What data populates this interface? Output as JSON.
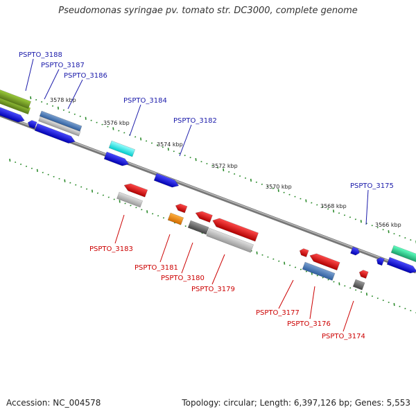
{
  "title": "Pseudomonas syringae pv. tomato str. DC3000, complete genome",
  "footer": {
    "accession": "Accession: NC_004578",
    "info": "Topology: circular; Length: 6,397,126 bp; Genes: 5,553"
  },
  "colors": {
    "forward_label": "#1a1aaa",
    "reverse_label": "#cc0000",
    "tick": "#2a8a2a",
    "backbone": "#888888"
  },
  "scale_labels": [
    "3578 kbp",
    "3576 kbp",
    "3574 kbp",
    "3572 kbp",
    "3570 kbp",
    "3568 kbp",
    "3566 kbp"
  ],
  "forward_genes": [
    "PSPTO_3188",
    "PSPTO_3187",
    "PSPTO_3186",
    "PSPTO_3184",
    "PSPTO_3182",
    "PSPTO_3175"
  ],
  "reverse_genes": [
    "PSPTO_3183",
    "PSPTO_3181",
    "PSPTO_3180",
    "PSPTO_3179",
    "PSPTO_3177",
    "PSPTO_3176",
    "PSPTO_3174"
  ]
}
